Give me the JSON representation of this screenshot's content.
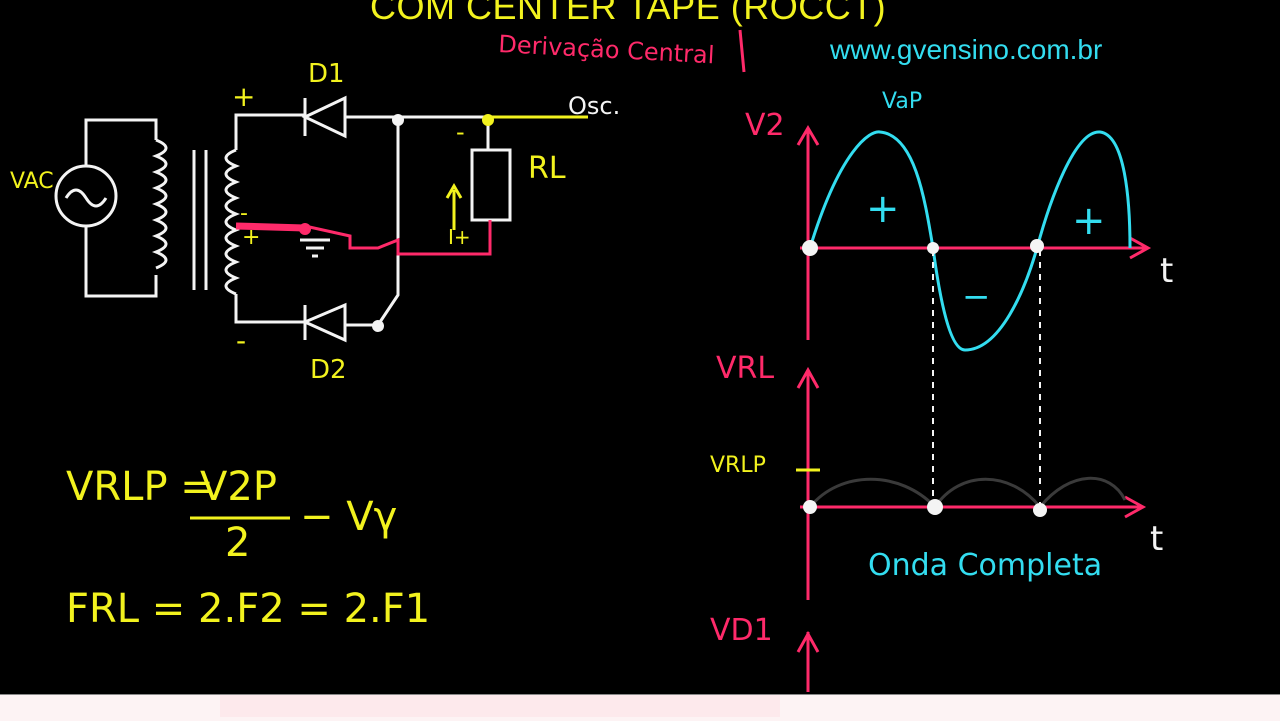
{
  "header": {
    "title": "COM CENTER TAPE (ROCCT)",
    "annotation": "Derivação Central",
    "url": "www.gvensino.com.br"
  },
  "circuit": {
    "source_label": "VAC",
    "diode1_label": "D1",
    "diode2_label": "D2",
    "plus": "+",
    "minus": "-",
    "output_label": "Osc.",
    "load_label": "RL",
    "current_label": "I+"
  },
  "graphs": {
    "v2_label": "V2",
    "peak_label": "VaP",
    "time_label": "t",
    "positive_sign": "+",
    "negative_sign": "−",
    "vrl_label": "VRL",
    "vrlp_label": "VRLP",
    "caption": "Onda Completa",
    "vd1_label": "VD1"
  },
  "formulas": {
    "f1_lhs": "VRLP =",
    "f1_num": "V2P",
    "f1_den": "2",
    "f1_rest": "− Vγ",
    "f2": "FRL = 2.F2 = 2.F1"
  },
  "colors": {
    "yellow": "#f2f21e",
    "cyan": "#33ddf0",
    "pink": "#ff2a6a",
    "white": "#f4f4f4"
  }
}
